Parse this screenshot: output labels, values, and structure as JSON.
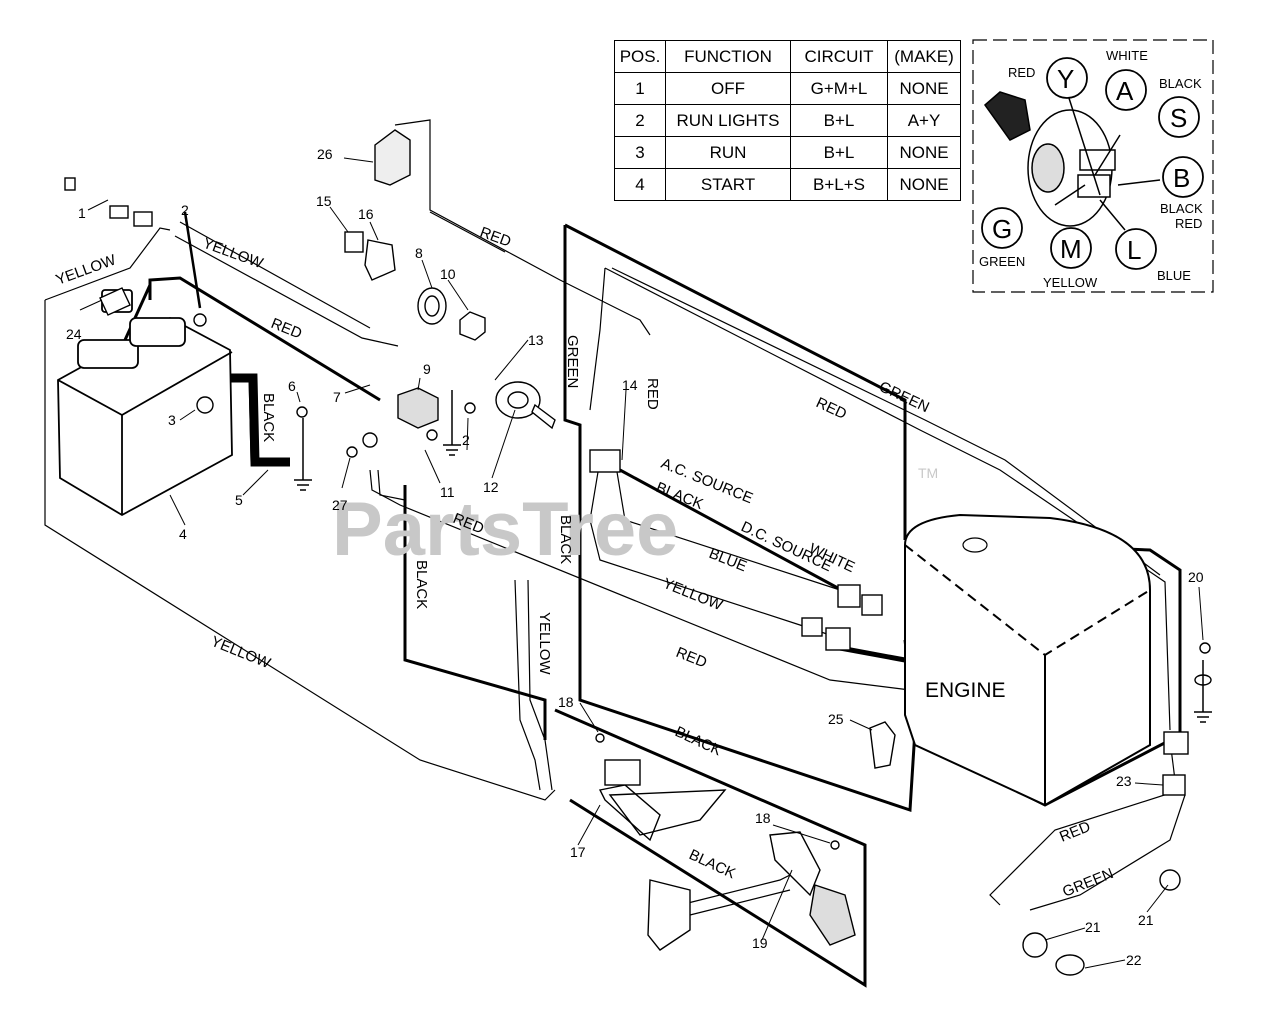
{
  "table": {
    "headers": [
      "POS.",
      "FUNCTION",
      "CIRCUIT",
      "(MAKE)"
    ],
    "rows": [
      [
        "1",
        "OFF",
        "G+M+L",
        "NONE"
      ],
      [
        "2",
        "RUN LIGHTS",
        "B+L",
        "A+Y"
      ],
      [
        "3",
        "RUN",
        "B+L",
        "NONE"
      ],
      [
        "4",
        "START",
        "B+L+S",
        "NONE"
      ]
    ]
  },
  "switch_terminals": {
    "Y": {
      "letter": "Y",
      "color": "RED"
    },
    "A": {
      "letter": "A",
      "color": "WHITE"
    },
    "S": {
      "letter": "S",
      "color": "BLACK"
    },
    "B": {
      "letter": "B",
      "color": "BLACK",
      "color2": "RED"
    },
    "G": {
      "letter": "G",
      "color": "GREEN"
    },
    "M": {
      "letter": "M",
      "color": "YELLOW"
    },
    "L": {
      "letter": "L",
      "color": "BLUE"
    }
  },
  "wire_labels": {
    "yellow": "YELLOW",
    "red": "RED",
    "black": "BLACK",
    "green": "GREEN",
    "blue": "BLUE",
    "white": "WHITE",
    "ac_source": "A.C. SOURCE",
    "dc_source": "D.C. SOURCE"
  },
  "engine_label": "ENGINE",
  "part_numbers": [
    "1",
    "2",
    "3",
    "4",
    "5",
    "6",
    "7",
    "8",
    "9",
    "10",
    "11",
    "12",
    "13",
    "14",
    "15",
    "16",
    "17",
    "18",
    "19",
    "20",
    "21",
    "22",
    "23",
    "24",
    "25",
    "26",
    "27"
  ],
  "watermark": {
    "text": "PartsTree",
    "mark": "TM"
  }
}
